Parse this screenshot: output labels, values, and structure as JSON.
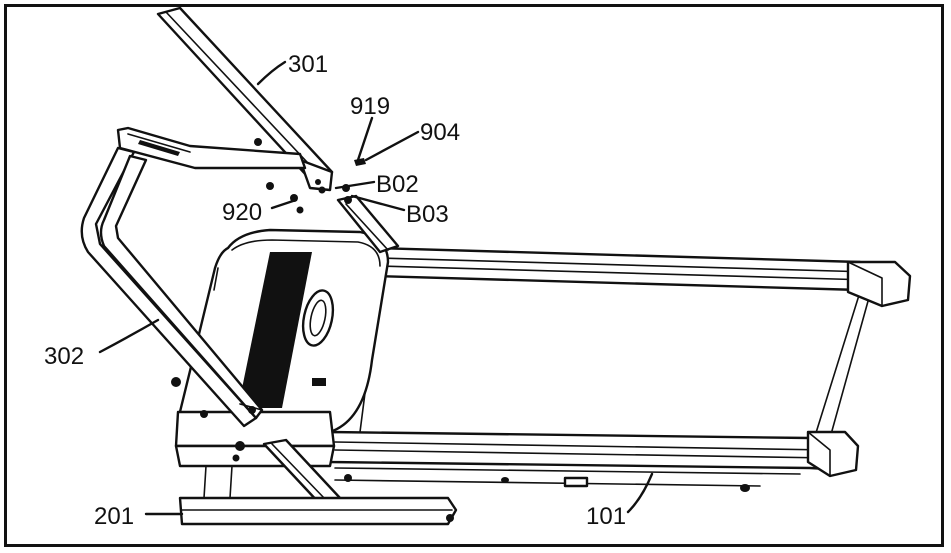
{
  "diagram": {
    "callouts": [
      {
        "id": "301",
        "text": "301"
      },
      {
        "id": "919",
        "text": "919"
      },
      {
        "id": "904",
        "text": "904"
      },
      {
        "id": "B02",
        "text": "B02"
      },
      {
        "id": "920",
        "text": "920"
      },
      {
        "id": "B03",
        "text": "B03"
      },
      {
        "id": "302",
        "text": "302"
      },
      {
        "id": "201",
        "text": "201"
      },
      {
        "id": "101",
        "text": "101"
      }
    ]
  }
}
